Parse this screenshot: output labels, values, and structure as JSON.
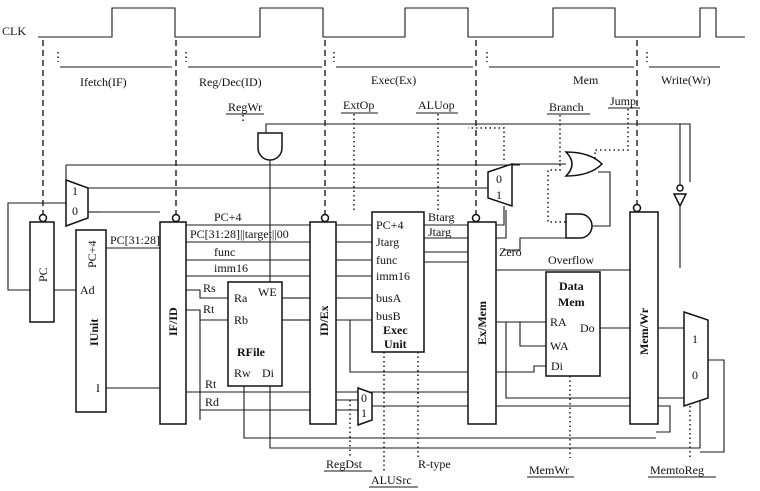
{
  "clock": {
    "label": "CLK"
  },
  "stages": [
    "Ifetch(IF)",
    "Reg/Dec(ID)",
    "Exec(Ex)",
    "Mem",
    "Write(Wr)"
  ],
  "control_signals": {
    "regwr": "RegWr",
    "extop": "ExtOp",
    "aluop": "ALUop",
    "branch": "Branch",
    "jump": "Jump",
    "regdst": "RegDst",
    "alusrc": "ALUSrc",
    "rtype": "R-type",
    "memwr": "MemWr",
    "memtoreg": "MemtoReg"
  },
  "blocks": {
    "pc": "PC",
    "iunit": {
      "name": "IUnit",
      "pc4": "PC+4",
      "ad": "Ad",
      "i": "I"
    },
    "ifid": "IF/ID",
    "rfile": {
      "name": "RFile",
      "ra": "Ra",
      "rb": "Rb",
      "we": "WE",
      "rw": "Rw",
      "di": "Di"
    },
    "idex": "ID/Ex",
    "exec": {
      "name1": "Exec",
      "name2": "Unit",
      "pc4": "PC+4",
      "jtarg": "Jtarg",
      "func": "func",
      "imm16": "imm16",
      "busa": "busA",
      "busb": "busB"
    },
    "exmem": "Ex/Mem",
    "dmem": {
      "name1": "Data",
      "name2": "Mem",
      "ra": "RA",
      "wa": "WA",
      "di": "Di",
      "do": "Do"
    },
    "memwr": "Mem/Wr"
  },
  "wires": {
    "pc4": "PC+4",
    "pc3128": "PC[31:28]",
    "pctarget": "PC[31:28]||target||00",
    "func": "func",
    "imm16": "imm16",
    "rs": "Rs",
    "rt": "Rt",
    "rt2": "Rt",
    "rd": "Rd",
    "btarg": "Btarg",
    "jtarg": "Jtarg",
    "zero": "Zero",
    "overflow": "Overflow"
  },
  "muxes": {
    "pcmux": [
      "1",
      "0"
    ],
    "jmux": [
      "0",
      "1"
    ],
    "rdmux": [
      "0",
      "1"
    ],
    "wbmux": [
      "1",
      "0"
    ]
  }
}
